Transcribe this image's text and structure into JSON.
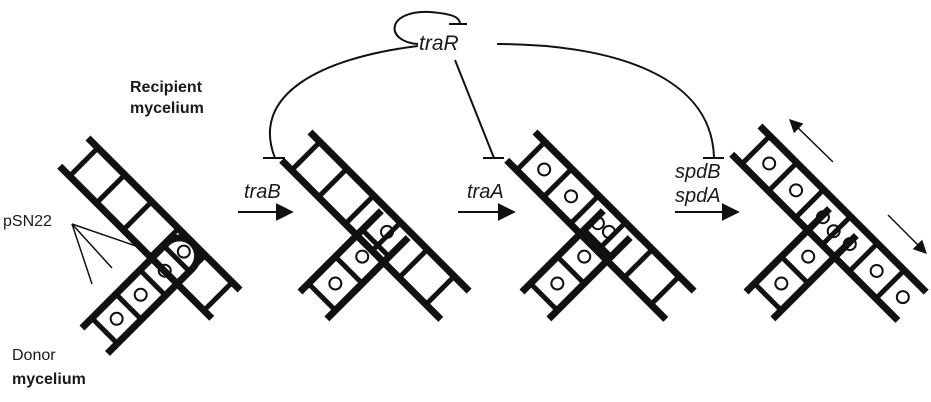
{
  "labels": {
    "recipient_line1": "Recipient",
    "recipient_line2": "mycelium",
    "plasmid": "pSN22",
    "donor_line1": "Donor",
    "donor_line2": "mycelium",
    "traR": "traR",
    "traB": "traB",
    "traA": "traA",
    "spdB": "spdB",
    "spdA": "spdA"
  }
}
